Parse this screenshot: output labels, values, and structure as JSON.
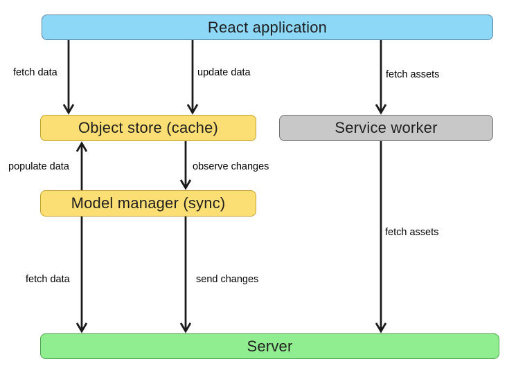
{
  "diagram": {
    "background": "#ffffff",
    "text_color": "#1f1f1f",
    "arrow_color": "#1a1a1a",
    "nodes": {
      "react_app": {
        "label": "React application",
        "fill": "#8dd7f7",
        "border": "#56809c"
      },
      "object_store": {
        "label": "Object store (cache)",
        "fill": "#fbdf74",
        "border": "#c3a02f"
      },
      "service_worker": {
        "label": "Service worker",
        "fill": "#c8c8c8",
        "border": "#6e6e6e"
      },
      "model_manager": {
        "label": "Model manager (sync)",
        "fill": "#fbdf74",
        "border": "#c3a02f"
      },
      "server": {
        "label": "Server",
        "fill": "#90ee90",
        "border": "#4fa64f"
      }
    },
    "edges": [
      {
        "label": "fetch data",
        "from": "react_app",
        "to": "object_store",
        "direction": "down"
      },
      {
        "label": "update data",
        "from": "react_app",
        "to": "object_store",
        "direction": "down"
      },
      {
        "label": "fetch assets",
        "from": "react_app",
        "to": "service_worker",
        "direction": "down"
      },
      {
        "label": "populate data",
        "from": "model_manager",
        "to": "object_store",
        "direction": "up"
      },
      {
        "label": "observe changes",
        "from": "object_store",
        "to": "model_manager",
        "direction": "down"
      },
      {
        "label": "fetch data",
        "from": "model_manager",
        "to": "server",
        "direction": "down"
      },
      {
        "label": "send changes",
        "from": "model_manager",
        "to": "server",
        "direction": "down"
      },
      {
        "label": "fetch assets",
        "from": "service_worker",
        "to": "server",
        "direction": "down"
      }
    ]
  }
}
